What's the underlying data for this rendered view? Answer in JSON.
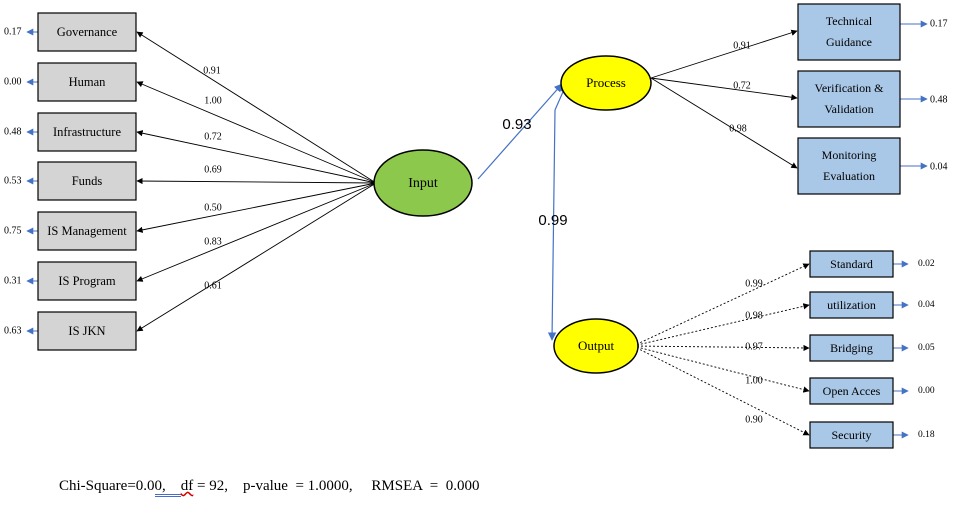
{
  "input_vars": [
    {
      "label": "Governance",
      "error": "0.17",
      "loading": "0.91"
    },
    {
      "label": "Human",
      "error": "0.00",
      "loading": "1.00"
    },
    {
      "label": "Infrastructure",
      "error": "0.48",
      "loading": "0.72"
    },
    {
      "label": "Funds",
      "error": "0.53",
      "loading": "0.69"
    },
    {
      "label": "IS Management",
      "error": "0.75",
      "loading": "0.50"
    },
    {
      "label": "IS Program",
      "error": "0.31",
      "loading": "0.83"
    },
    {
      "label": "IS JKN",
      "error": "0.63",
      "loading": "0.61"
    }
  ],
  "latent": {
    "input": "Input",
    "process": "Process",
    "output": "Output"
  },
  "paths": {
    "input_process": "0.93",
    "process_output": "0.99"
  },
  "process_vars": [
    {
      "lines": [
        "Technical",
        "Guidance"
      ],
      "loading": "0.91",
      "error": "0.17"
    },
    {
      "lines": [
        "Verification &",
        "Validation"
      ],
      "loading": "0.72",
      "error": "0.48"
    },
    {
      "lines": [
        "Monitoring",
        "Evaluation"
      ],
      "loading": "0.98",
      "error": "0.04"
    }
  ],
  "output_vars": [
    {
      "label": "Standard",
      "loading": "0.99",
      "error": "0.02"
    },
    {
      "label": "utilization",
      "loading": "0.98",
      "error": "0.04"
    },
    {
      "label": "Bridging",
      "loading": "0.97",
      "error": "0.05"
    },
    {
      "label": "Open Acces",
      "loading": "1.00",
      "error": "0.00"
    },
    {
      "label": "Security",
      "loading": "0.90",
      "error": "0.18"
    }
  ],
  "fit": {
    "part1": "Chi-Square=0.0",
    "part2": "0,",
    "part3": "    ",
    "part4": "df",
    "part5": " = 92,    p-value  = 1.0000,     RMSEA  =  0.000"
  },
  "colors": {
    "input_node": "#8cc84b",
    "process_node": "#ffff00",
    "output_node": "#ffff00",
    "input_box": "#d4d4d4",
    "process_box": "#a9c7e6",
    "output_box": "#a9c7e6",
    "error_arrow": "#4472c4",
    "path_arrow": "#4472c4"
  }
}
